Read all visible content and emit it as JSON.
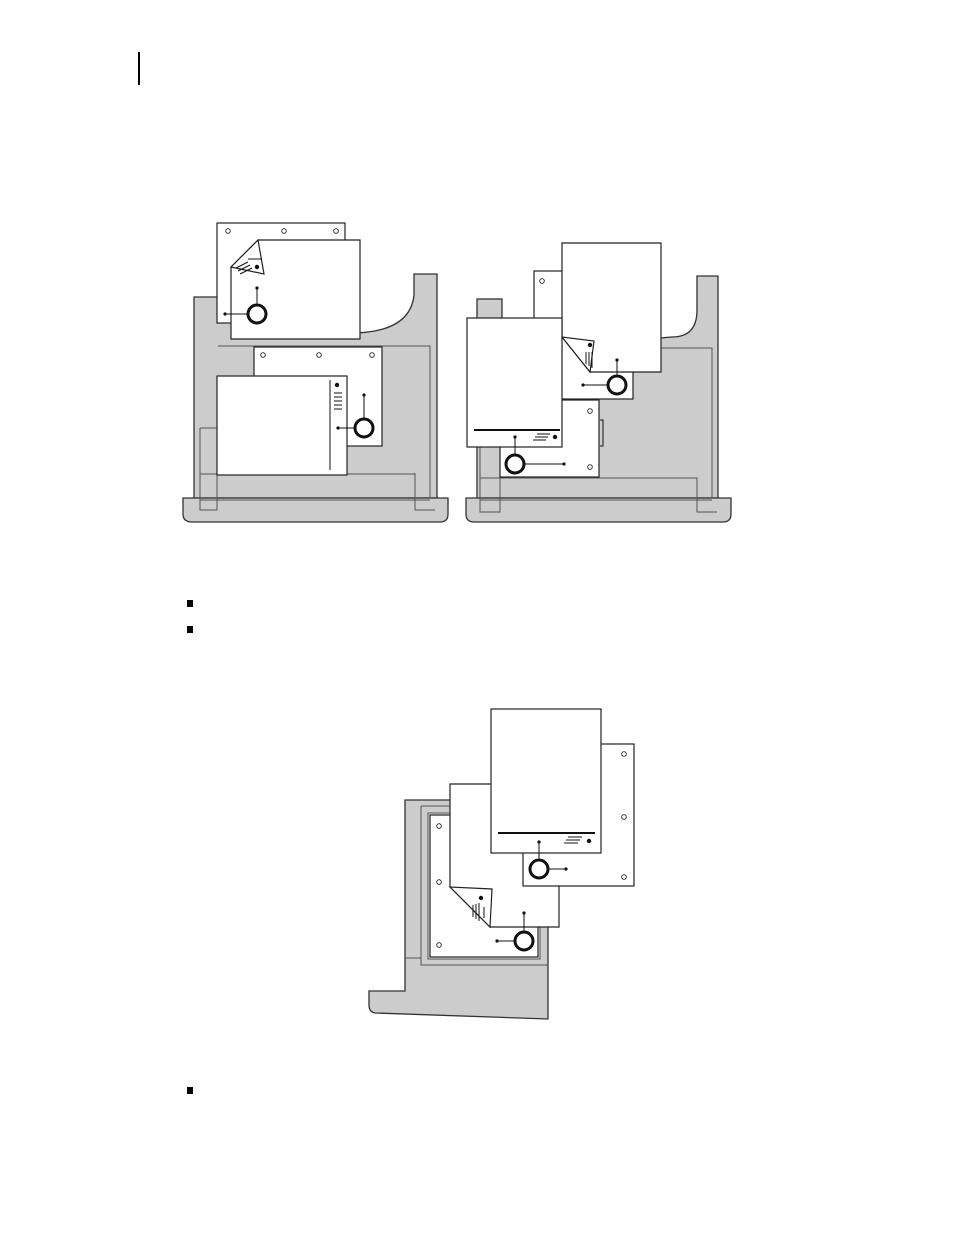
{
  "page": {
    "bullets": [
      {
        "text": ""
      },
      {
        "text": ""
      },
      {
        "text": ""
      }
    ]
  },
  "figures": [
    {
      "id": "top-left-tray",
      "description_text": ""
    },
    {
      "id": "top-right-tray",
      "description_text": ""
    },
    {
      "id": "bottom-tray",
      "description_text": ""
    }
  ]
}
